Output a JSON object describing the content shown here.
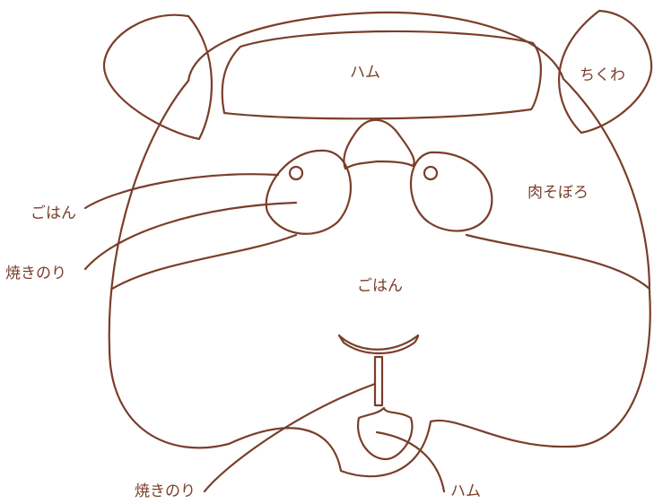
{
  "colors": {
    "line": "#7a3e2b",
    "text": "#7a3e2b",
    "background": "#ffffff"
  },
  "labels": {
    "ham_top": "ハム",
    "chikuwa": "ちくわ",
    "niku_soboro": "肉そぼろ",
    "gohan_center": "ごはん",
    "gohan_left": "ごはん",
    "yakinori_left": "焼きのり",
    "yakinori_bottom": "焼きのり",
    "ham_bottom": "ハム"
  }
}
